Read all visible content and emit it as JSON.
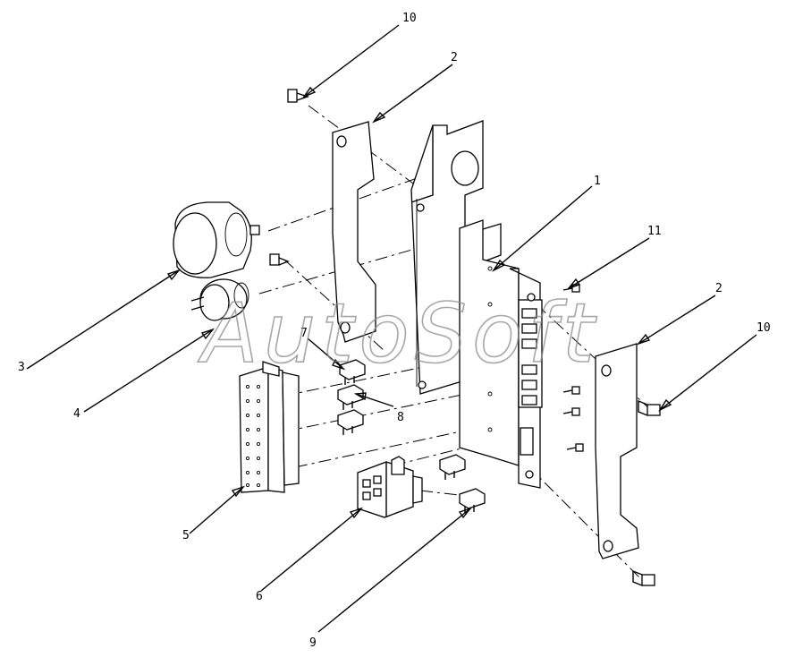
{
  "callouts": [
    {
      "id": "1",
      "label": "1"
    },
    {
      "id": "2a",
      "label": "2"
    },
    {
      "id": "2b",
      "label": "2"
    },
    {
      "id": "3",
      "label": "3"
    },
    {
      "id": "4",
      "label": "4"
    },
    {
      "id": "5",
      "label": "5"
    },
    {
      "id": "6",
      "label": "6"
    },
    {
      "id": "7",
      "label": "7"
    },
    {
      "id": "8",
      "label": "8"
    },
    {
      "id": "9",
      "label": "9"
    },
    {
      "id": "10a",
      "label": "10"
    },
    {
      "id": "10b",
      "label": "10"
    },
    {
      "id": "11",
      "label": "11"
    }
  ],
  "watermark": "AutoSoft"
}
